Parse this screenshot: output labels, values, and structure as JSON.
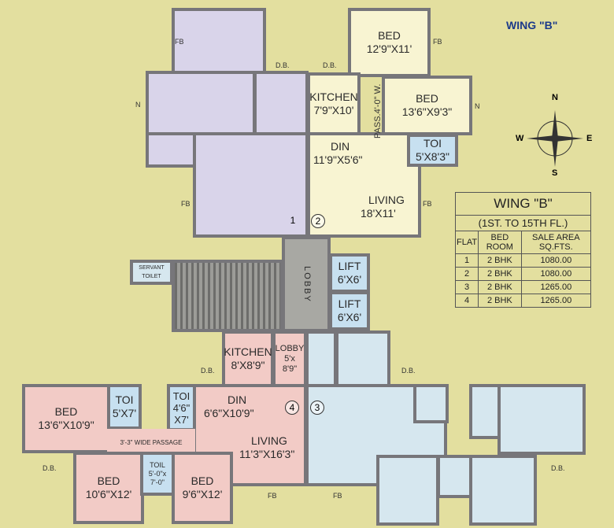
{
  "wing_title": "WING \"B\"",
  "compass": {
    "n": "N",
    "s": "S",
    "e": "E",
    "w": "W"
  },
  "flat_numbers": [
    "1",
    "2",
    "3",
    "4"
  ],
  "rooms": {
    "f2_bed1": [
      "BED",
      "12'9\"X11'"
    ],
    "f2_kitchen": [
      "KITCHEN",
      "7'9\"X10'"
    ],
    "f2_bed2": [
      "BED",
      "13'6\"X9'3\""
    ],
    "f2_toi": [
      "TOI",
      "5'X8'3\""
    ],
    "f2_din": [
      "DIN",
      "11'9\"X5'6\""
    ],
    "f2_living": [
      "LIVING",
      "18'X11'"
    ],
    "f2_pass": "PASS.4'-0\" W.",
    "lobby": "LOBBY",
    "lift1": [
      "LIFT",
      "6'X6'"
    ],
    "lift2": [
      "LIFT",
      "6'X6'"
    ],
    "servant_toilet": "SERVANT TOILET",
    "f4_kitchen": [
      "KITCHEN",
      "8'X8'9\""
    ],
    "f4_lobby": [
      "LOBBY",
      "5'x",
      "8'9\""
    ],
    "f4_bed1": [
      "BED",
      "13'6\"X10'9\""
    ],
    "f4_toi1": [
      "TOI",
      "5'X7'"
    ],
    "f4_toi2": [
      "TOI",
      "4'6\"",
      "X7'"
    ],
    "f4_din": [
      "DIN",
      "6'6\"X10'9\""
    ],
    "f4_living": [
      "LIVING",
      "11'3\"X16'3\""
    ],
    "f4_passage": "3'-3\"  WIDE PASSAGE",
    "f4_bed2": [
      "BED",
      "10'6\"X12'"
    ],
    "f4_toil": [
      "TOIL",
      "5'-0\"x",
      "7'-0\""
    ],
    "f4_bed3": [
      "BED",
      "9'6\"X12'"
    ]
  },
  "labels": {
    "fb": "FB",
    "n": "N",
    "db": "D.B."
  },
  "table": {
    "title": "WING \"B\"",
    "subtitle": "(1ST. TO 15TH FL.)",
    "headers": [
      "FLAT",
      "BED ROOM",
      "SALE AREA SQ.FTS."
    ],
    "rows": [
      [
        "1",
        "2 BHK",
        "1080.00"
      ],
      [
        "2",
        "2 BHK",
        "1080.00"
      ],
      [
        "3",
        "2 BHK",
        "1265.00"
      ],
      [
        "4",
        "2 BHK",
        "1265.00"
      ]
    ]
  }
}
